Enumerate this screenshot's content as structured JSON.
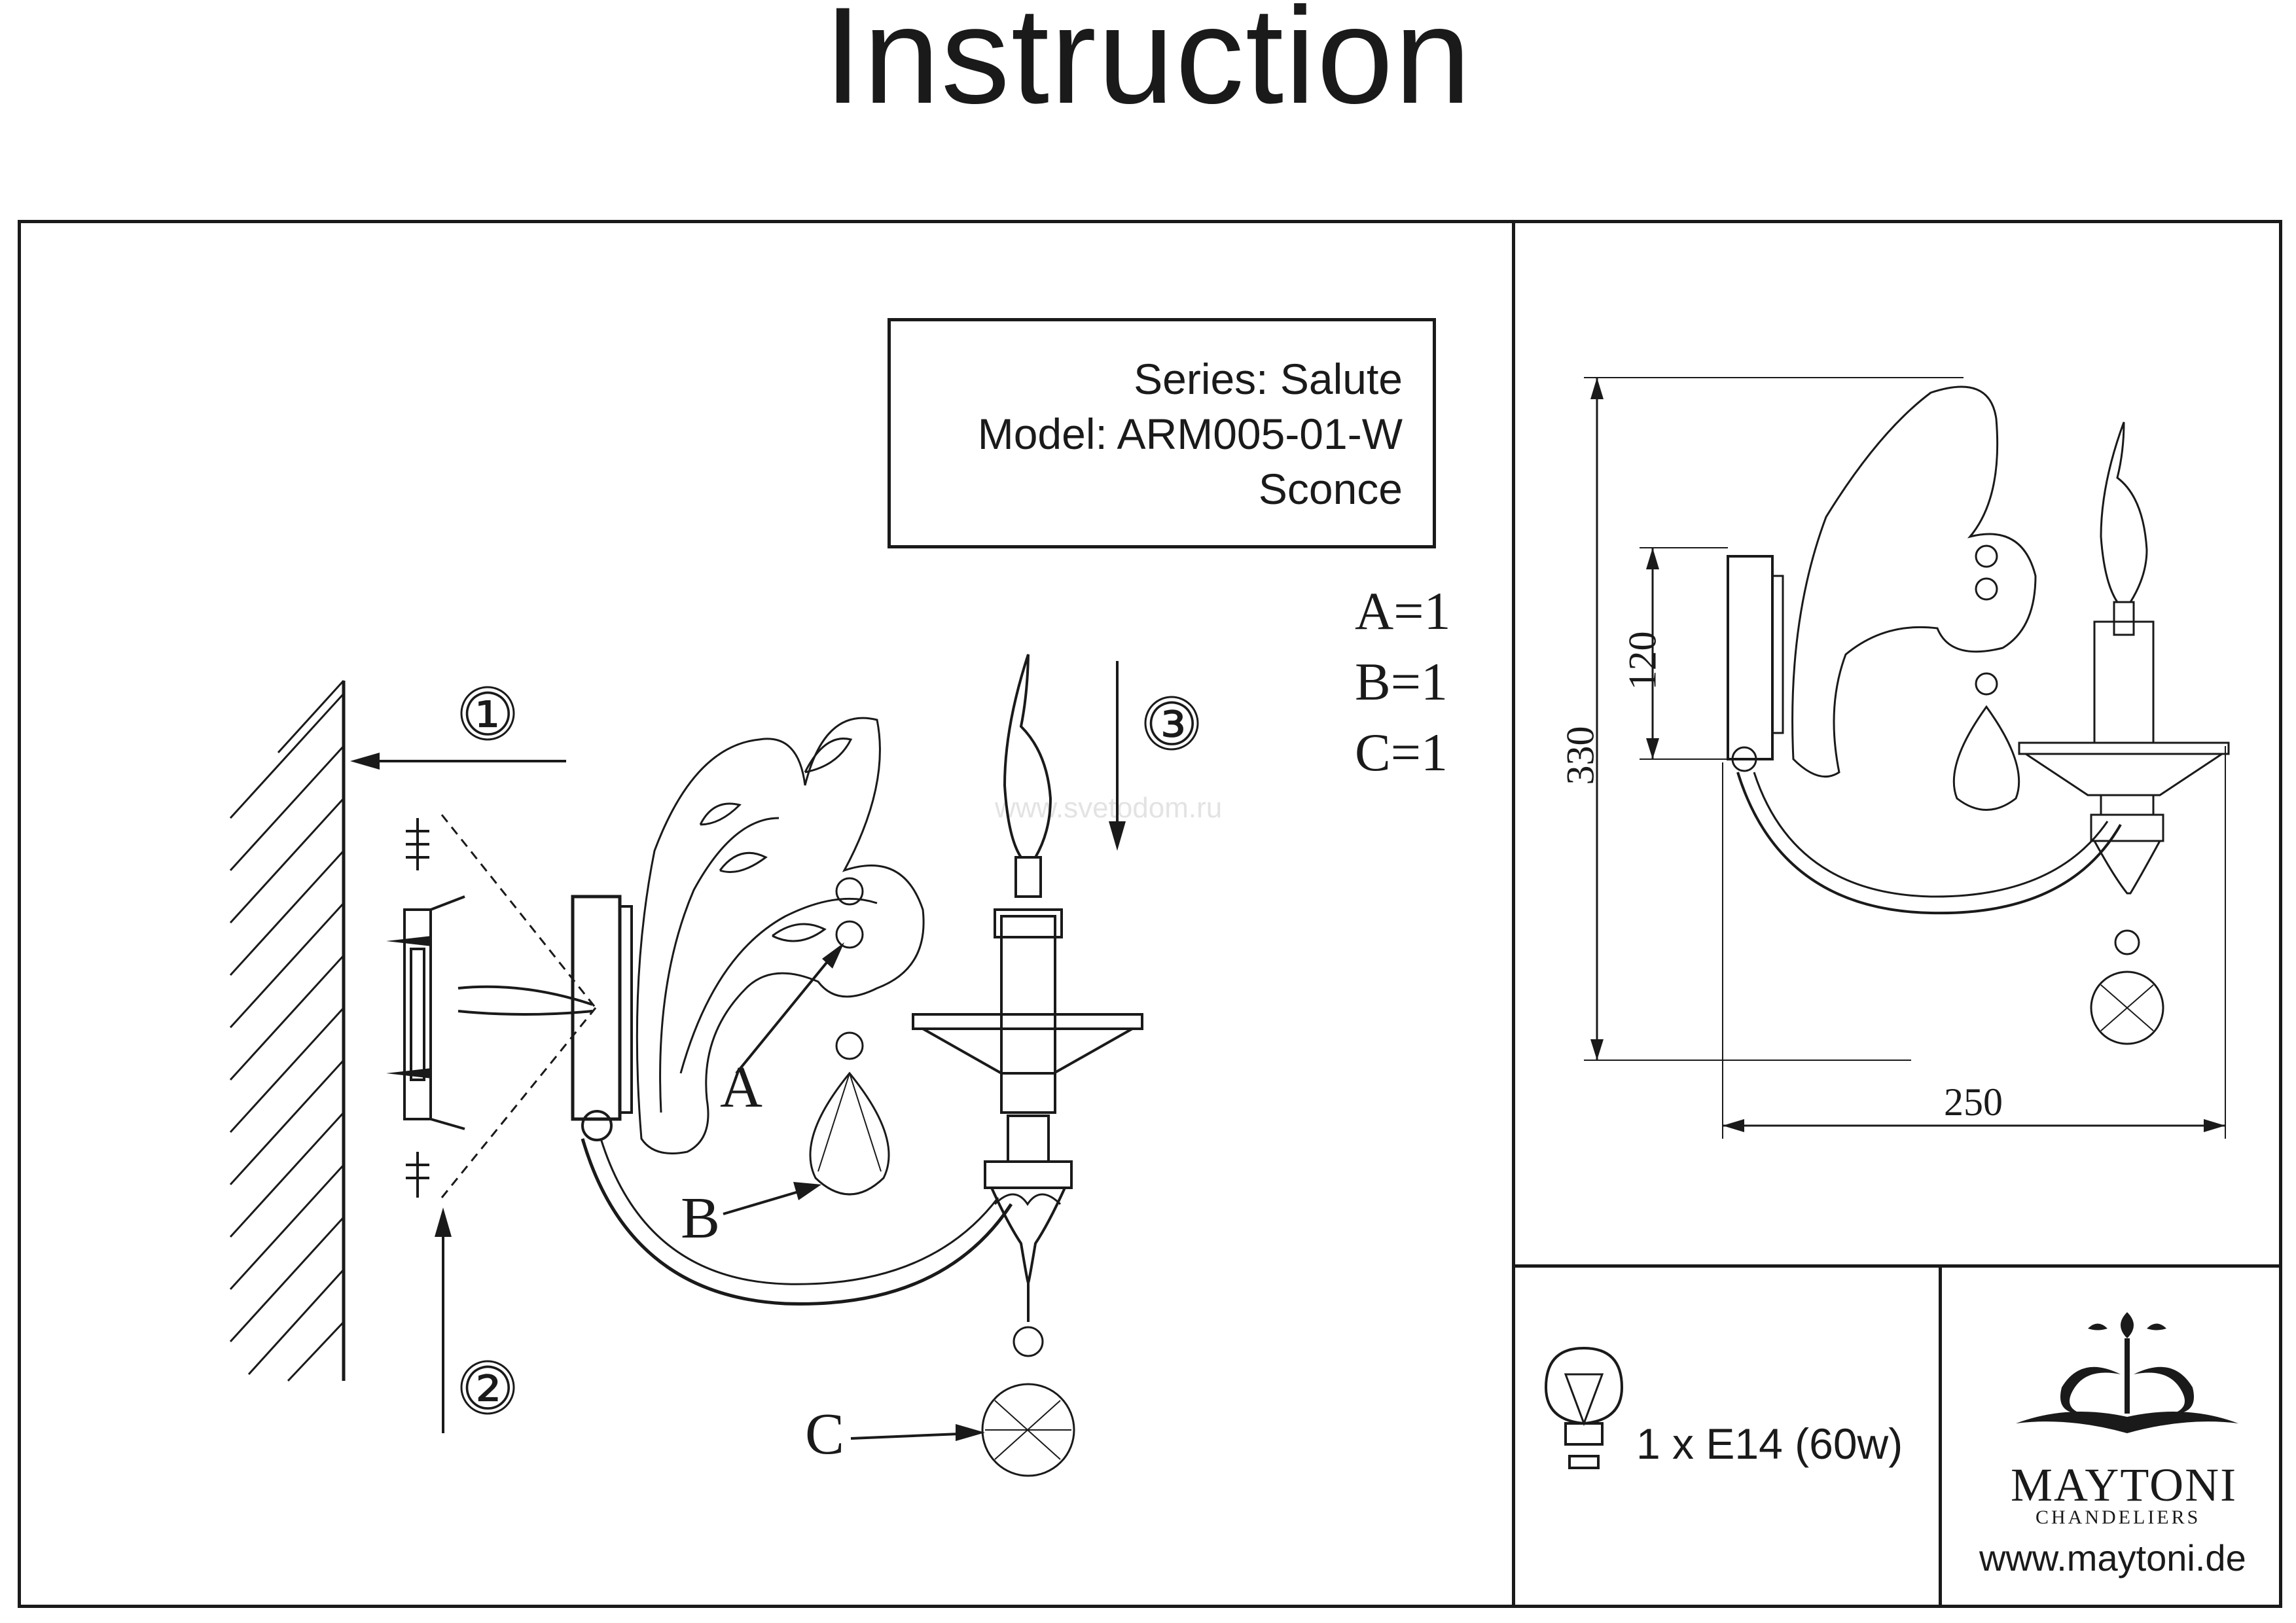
{
  "header": {
    "title": "Instruction"
  },
  "info": {
    "series": "Series: Salute",
    "model": "Model: ARM005-01-W",
    "type": "Sconce"
  },
  "parts": [
    "A=1",
    "B=1",
    "C=1"
  ],
  "steps": [
    "①",
    "②",
    "③"
  ],
  "labels": {
    "a": "A",
    "b": "B",
    "c": "C"
  },
  "dimensions": {
    "total_height": "330",
    "backplate_height": "120",
    "width": "250"
  },
  "lamp": {
    "spec": "1 x E14 (60w)"
  },
  "brand": {
    "name": "MAYTONI",
    "subtitle": "CHANDELIERS",
    "url": "www.maytoni.de"
  },
  "watermark": "www.svetodom.ru"
}
